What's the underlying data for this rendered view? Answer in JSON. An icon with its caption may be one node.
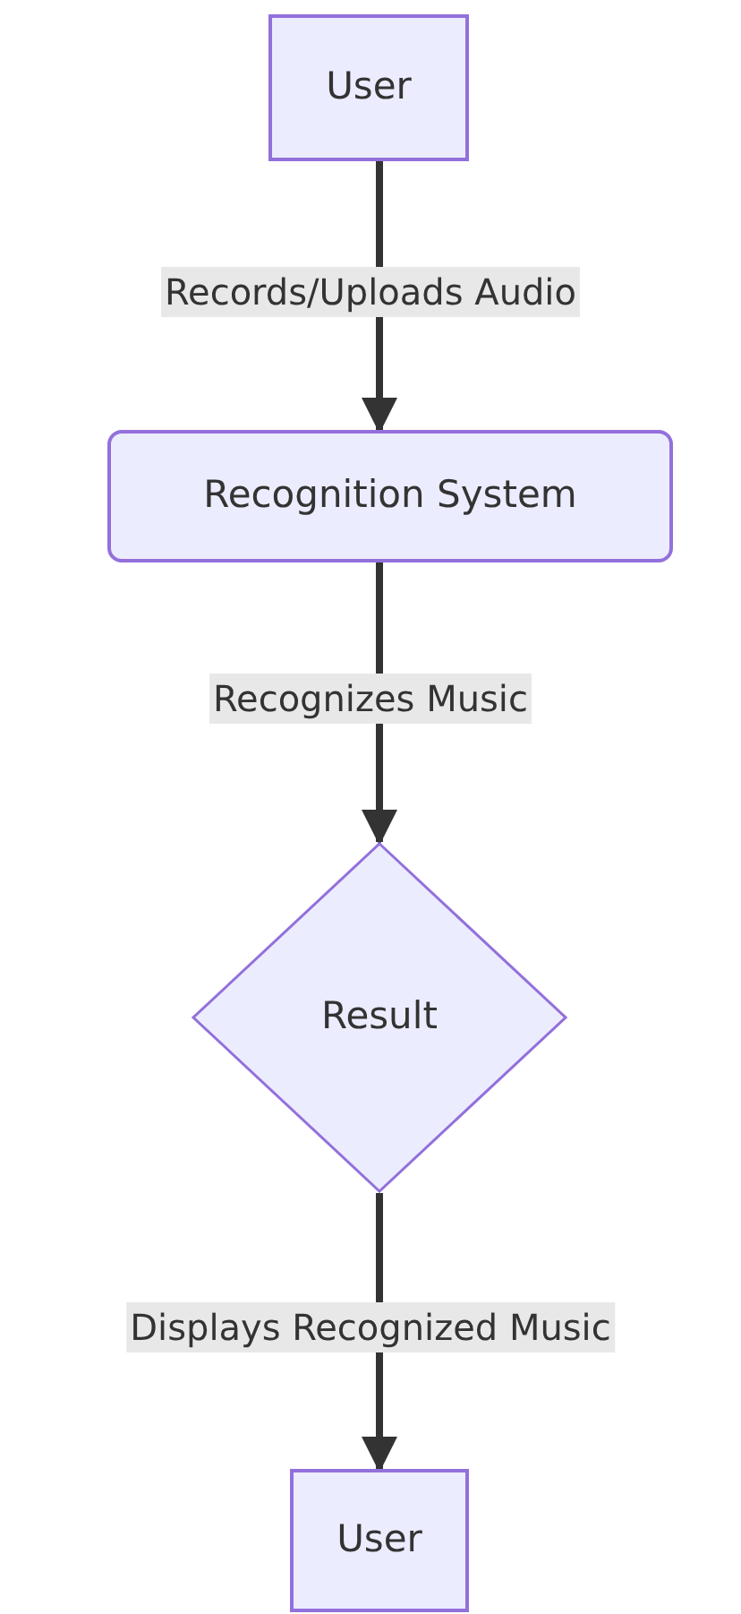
{
  "diagram": {
    "nodes": [
      {
        "text": [
          "User"
        ]
      },
      {
        "text": [
          "Recognition System"
        ]
      },
      {
        "text": [
          "Result"
        ]
      },
      {
        "text": [
          "User"
        ]
      }
    ],
    "edges": [
      {
        "from": 0,
        "to": 1,
        "arrow": "to",
        "label": "Records/Uploads Audio"
      },
      {
        "from": 1,
        "to": 2,
        "arrow": "to",
        "label": "Recognizes Music"
      },
      {
        "from": 2,
        "to": 3,
        "arrow": "to",
        "label": "Displays Recognized Music"
      }
    ]
  }
}
